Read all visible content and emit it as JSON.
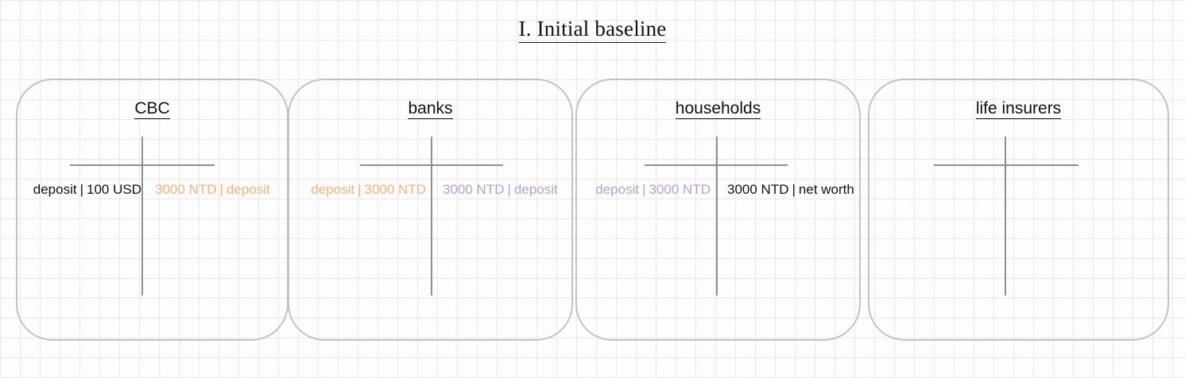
{
  "title": "I. Initial baseline",
  "colors": {
    "black": "#111111",
    "orange": "#f2b279",
    "purple": "#b3a3c9",
    "box_border": "#c2c2c2",
    "t_line": "#8e8e8e",
    "grid_line": "#e9e9ec",
    "background": "#fdfdfd"
  },
  "boxes": [
    {
      "name": "CBC",
      "label": "CBC",
      "assets": {
        "label": "deposit",
        "amount": "100 USD",
        "color": "#111111"
      },
      "liabilities": {
        "label": "deposit",
        "amount": "3000 NTD",
        "color": "#f2b279"
      }
    },
    {
      "name": "banks",
      "label": "banks",
      "assets": {
        "label": "deposit",
        "amount": "3000 NTD",
        "color": "#f2b279"
      },
      "liabilities": {
        "label": "deposit",
        "amount": "3000 NTD",
        "color": "#b3a3c9"
      }
    },
    {
      "name": "households",
      "label": "households",
      "assets": {
        "label": "deposit",
        "amount": "3000 NTD",
        "color": "#b3a3c9"
      },
      "liabilities": {
        "label": "net worth",
        "amount": "3000 NTD",
        "color": "#111111"
      }
    },
    {
      "name": "life insurers",
      "label": "life insurers",
      "assets": {
        "label": "",
        "amount": "",
        "color": "#111111"
      },
      "liabilities": {
        "label": "",
        "amount": "",
        "color": "#111111"
      }
    }
  ],
  "separator": "|"
}
